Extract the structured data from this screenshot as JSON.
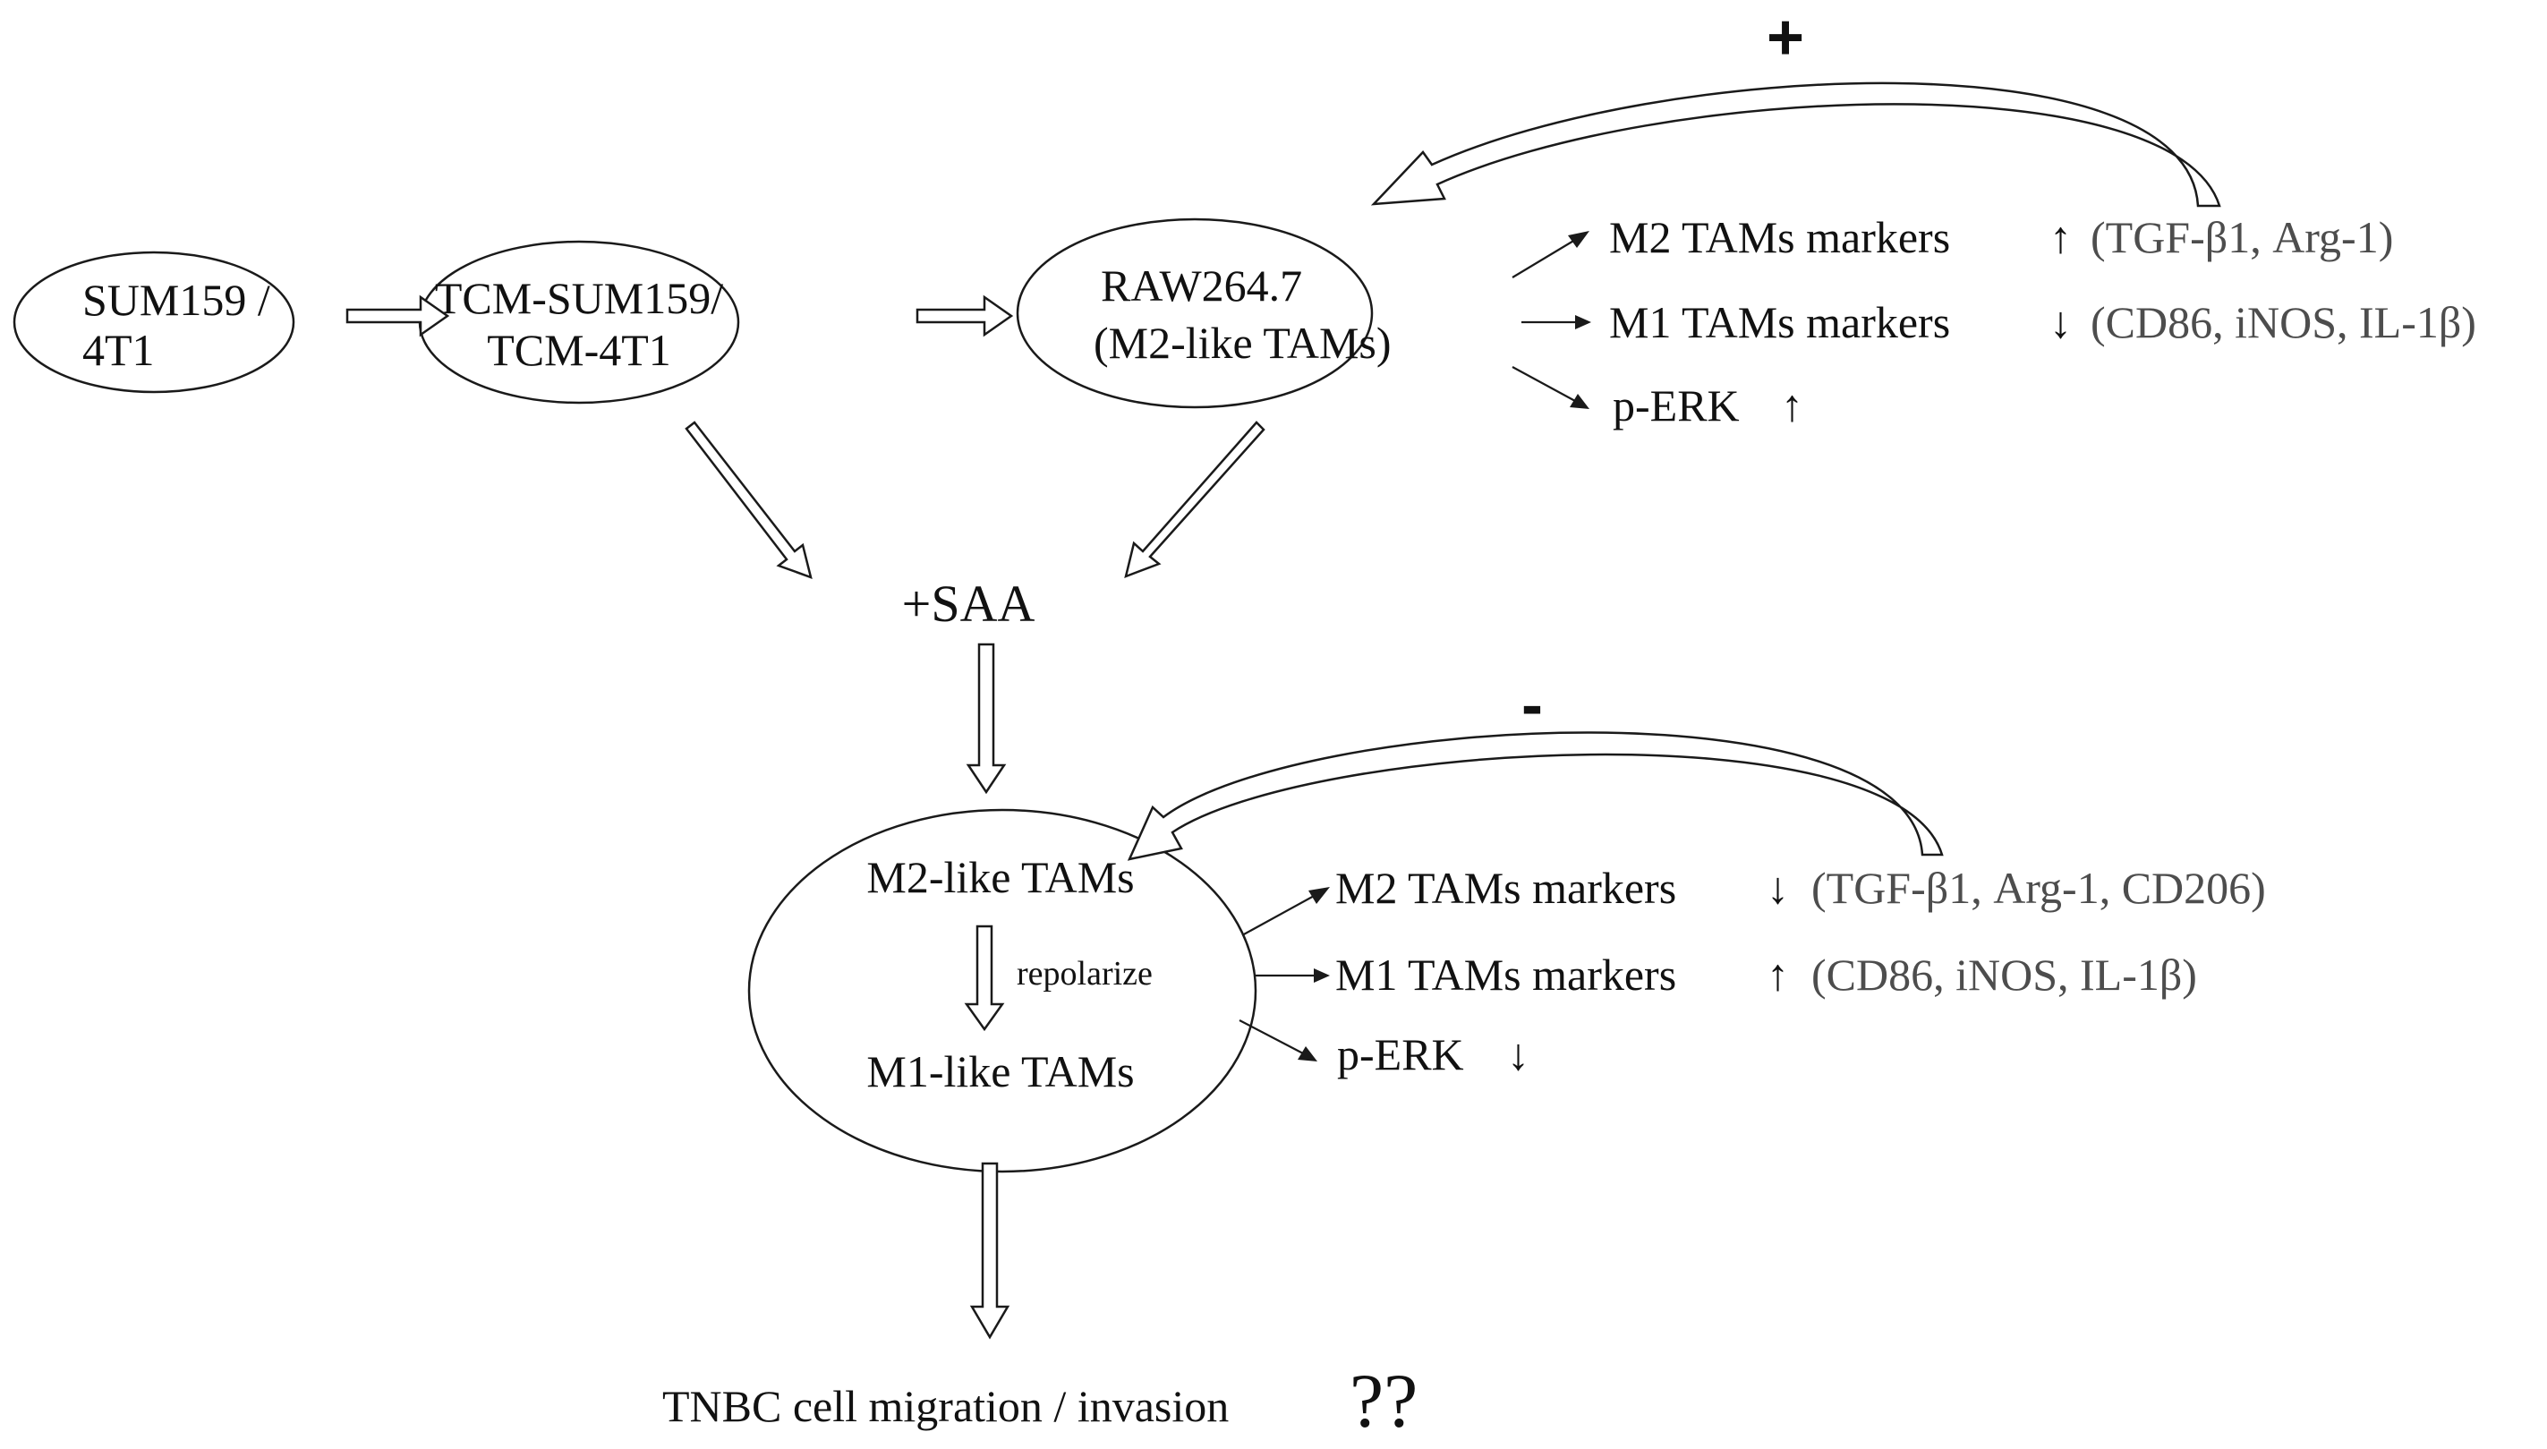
{
  "nodes": {
    "sum159_line1": "SUM159 /",
    "sum159_line2": "4T1",
    "tcm_line1": "TCM-SUM159/",
    "tcm_line2": "TCM-4T1",
    "raw_line1": "RAW264.7",
    "raw_line2": "(M2-like TAMs)",
    "saa": "+SAA",
    "m2_like": "M2-like TAMs",
    "m1_like": "M1-like TAMs",
    "repolarize": "repolarize",
    "outcome": "TNBC cell migration / invasion",
    "outcome_mark": "??"
  },
  "feedback": {
    "positive_sign": "+",
    "negative_sign": "-"
  },
  "upper_effects": [
    {
      "label": "M2 TAMs markers",
      "direction": "up",
      "arrow": "↑",
      "markers": "(TGF-β1, Arg-1)"
    },
    {
      "label": "M1 TAMs markers",
      "direction": "down",
      "arrow": "↓",
      "markers": "(CD86, iNOS, IL-1β)"
    },
    {
      "label": "p-ERK",
      "direction": "up",
      "arrow": "↑",
      "markers": ""
    }
  ],
  "lower_effects": [
    {
      "label": "M2 TAMs markers",
      "direction": "down",
      "arrow": "↓",
      "markers": "(TGF-β1, Arg-1, CD206)"
    },
    {
      "label": "M1 TAMs markers",
      "direction": "up",
      "arrow": "↑",
      "markers": "(CD86, iNOS, IL-1β)"
    },
    {
      "label": "p-ERK",
      "direction": "down",
      "arrow": "↓",
      "markers": ""
    }
  ]
}
